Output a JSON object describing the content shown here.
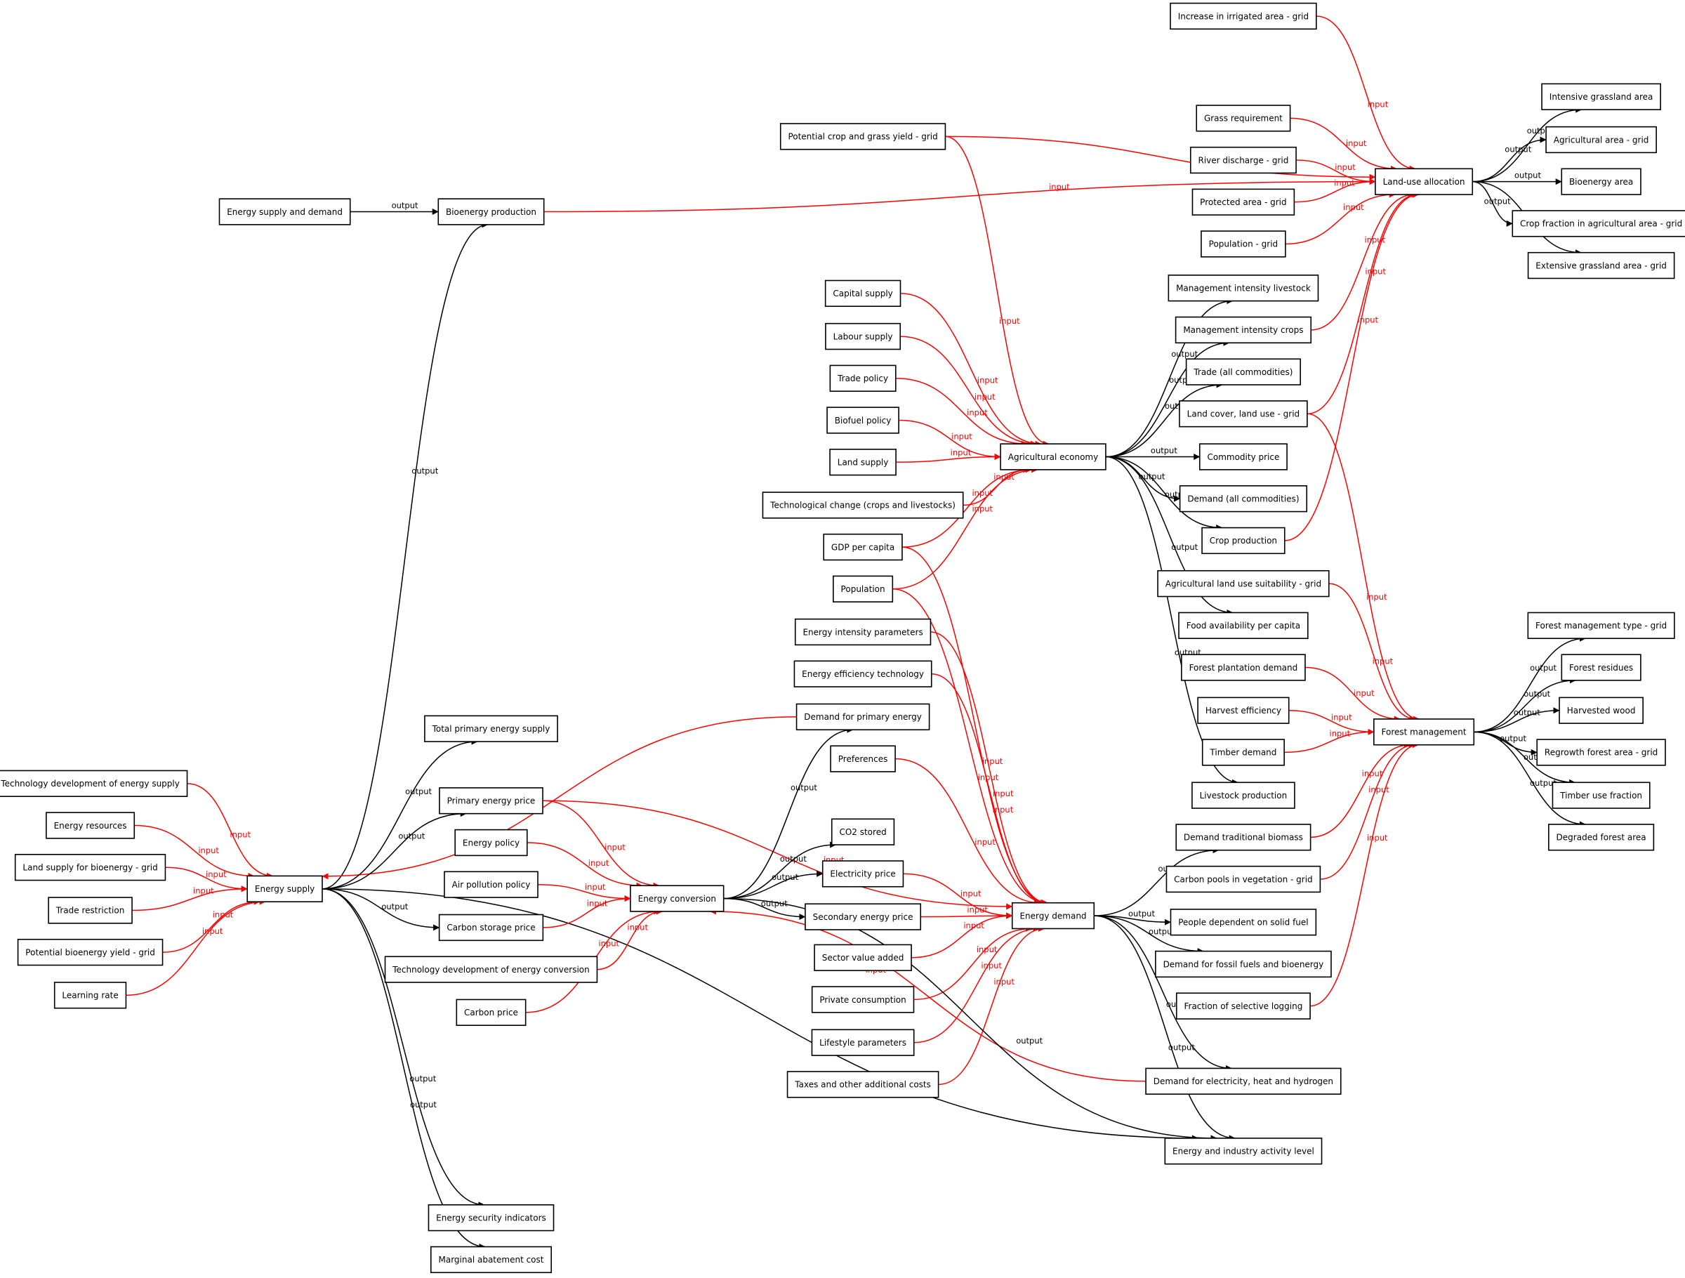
{
  "colors": {
    "input": "#ff0000",
    "output": "#000000",
    "node_border": "#000000",
    "background": "#ffffff"
  },
  "edge_labels": {
    "input": "input",
    "output": "output"
  },
  "nodes": {
    "increase_irrigated": "Increase in irrigated area - grid",
    "potential_crop_grass": "Potential crop and grass yield - grid",
    "grass_requirement": "Grass requirement",
    "river_discharge": "River discharge - grid",
    "protected_area": "Protected area - grid",
    "population_grid": "Population - grid",
    "land_use_allocation": "Land-use allocation",
    "intensive_grassland": "Intensive grassland area",
    "agricultural_area_grid": "Agricultural area - grid",
    "bioenergy_area": "Bioenergy area",
    "crop_fraction": "Crop fraction in agricultural area - grid",
    "extensive_grassland": "Extensive grassland area - grid",
    "energy_supply_demand": "Energy supply and demand",
    "bioenergy_production": "Bioenergy production",
    "capital_supply": "Capital supply",
    "labour_supply": "Labour supply",
    "trade_policy": "Trade policy",
    "biofuel_policy": "Biofuel policy",
    "land_supply": "Land supply",
    "tech_change_crops": "Technological change (crops and livestocks)",
    "gdp_per_capita": "GDP per capita",
    "population": "Population",
    "agricultural_economy": "Agricultural economy",
    "mgmt_intensity_livestock": "Management intensity livestock",
    "mgmt_intensity_crops": "Management intensity crops",
    "trade_all": "Trade (all commodities)",
    "land_cover": "Land cover, land use - grid",
    "commodity_price": "Commodity price",
    "demand_all": "Demand (all commodities)",
    "crop_production": "Crop production",
    "agri_land_suitability": "Agricultural land use suitability - grid",
    "food_availability": "Food availability per capita",
    "forest_plantation_demand": "Forest plantation demand",
    "harvest_efficiency": "Harvest efficiency",
    "timber_demand": "Timber demand",
    "forest_management": "Forest management",
    "forest_mgmt_type": "Forest management type - grid",
    "forest_residues": "Forest residues",
    "harvested_wood": "Harvested wood",
    "regrowth_forest": "Regrowth forest area - grid",
    "timber_use_fraction": "Timber use fraction",
    "degraded_forest": "Degraded forest area",
    "livestock_production": "Livestock production",
    "demand_trad_biomass": "Demand traditional biomass",
    "carbon_pools": "Carbon pools in vegetation - grid",
    "fraction_selective_logging": "Fraction of selective logging",
    "energy_intensity_params": "Energy intensity parameters",
    "energy_efficiency_tech": "Energy efficiency technology",
    "demand_primary_energy": "Demand for primary energy",
    "preferences": "Preferences",
    "total_primary_energy_supply": "Total primary energy supply",
    "tech_dev_energy_supply": "Technology development of energy supply",
    "energy_resources": "Energy resources",
    "land_supply_bioenergy": "Land supply for bioenergy - grid",
    "trade_restriction": "Trade restriction",
    "potential_bioenergy_yield": "Potential bioenergy yield - grid",
    "learning_rate": "Learning rate",
    "energy_supply": "Energy supply",
    "primary_energy_price": "Primary energy price",
    "energy_policy": "Energy policy",
    "air_pollution_policy": "Air pollution policy",
    "carbon_storage_price": "Carbon storage price",
    "tech_dev_energy_conversion": "Technology development of energy conversion",
    "carbon_price": "Carbon price",
    "energy_conversion": "Energy conversion",
    "co2_stored": "CO2 stored",
    "electricity_price": "Electricity price",
    "secondary_energy_price": "Secondary energy price",
    "sector_value_added": "Sector value added",
    "private_consumption": "Private consumption",
    "lifestyle_params": "Lifestyle parameters",
    "taxes_costs": "Taxes and other additional costs",
    "energy_demand": "Energy demand",
    "people_solid_fuel": "People dependent on solid fuel",
    "demand_fossil_bioenergy": "Demand for fossil fuels and bioenergy",
    "demand_electricity_heat": "Demand for electricity, heat and hydrogen",
    "energy_industry_activity": "Energy and industry activity level",
    "energy_security": "Energy security indicators",
    "marginal_abatement": "Marginal abatement cost"
  }
}
